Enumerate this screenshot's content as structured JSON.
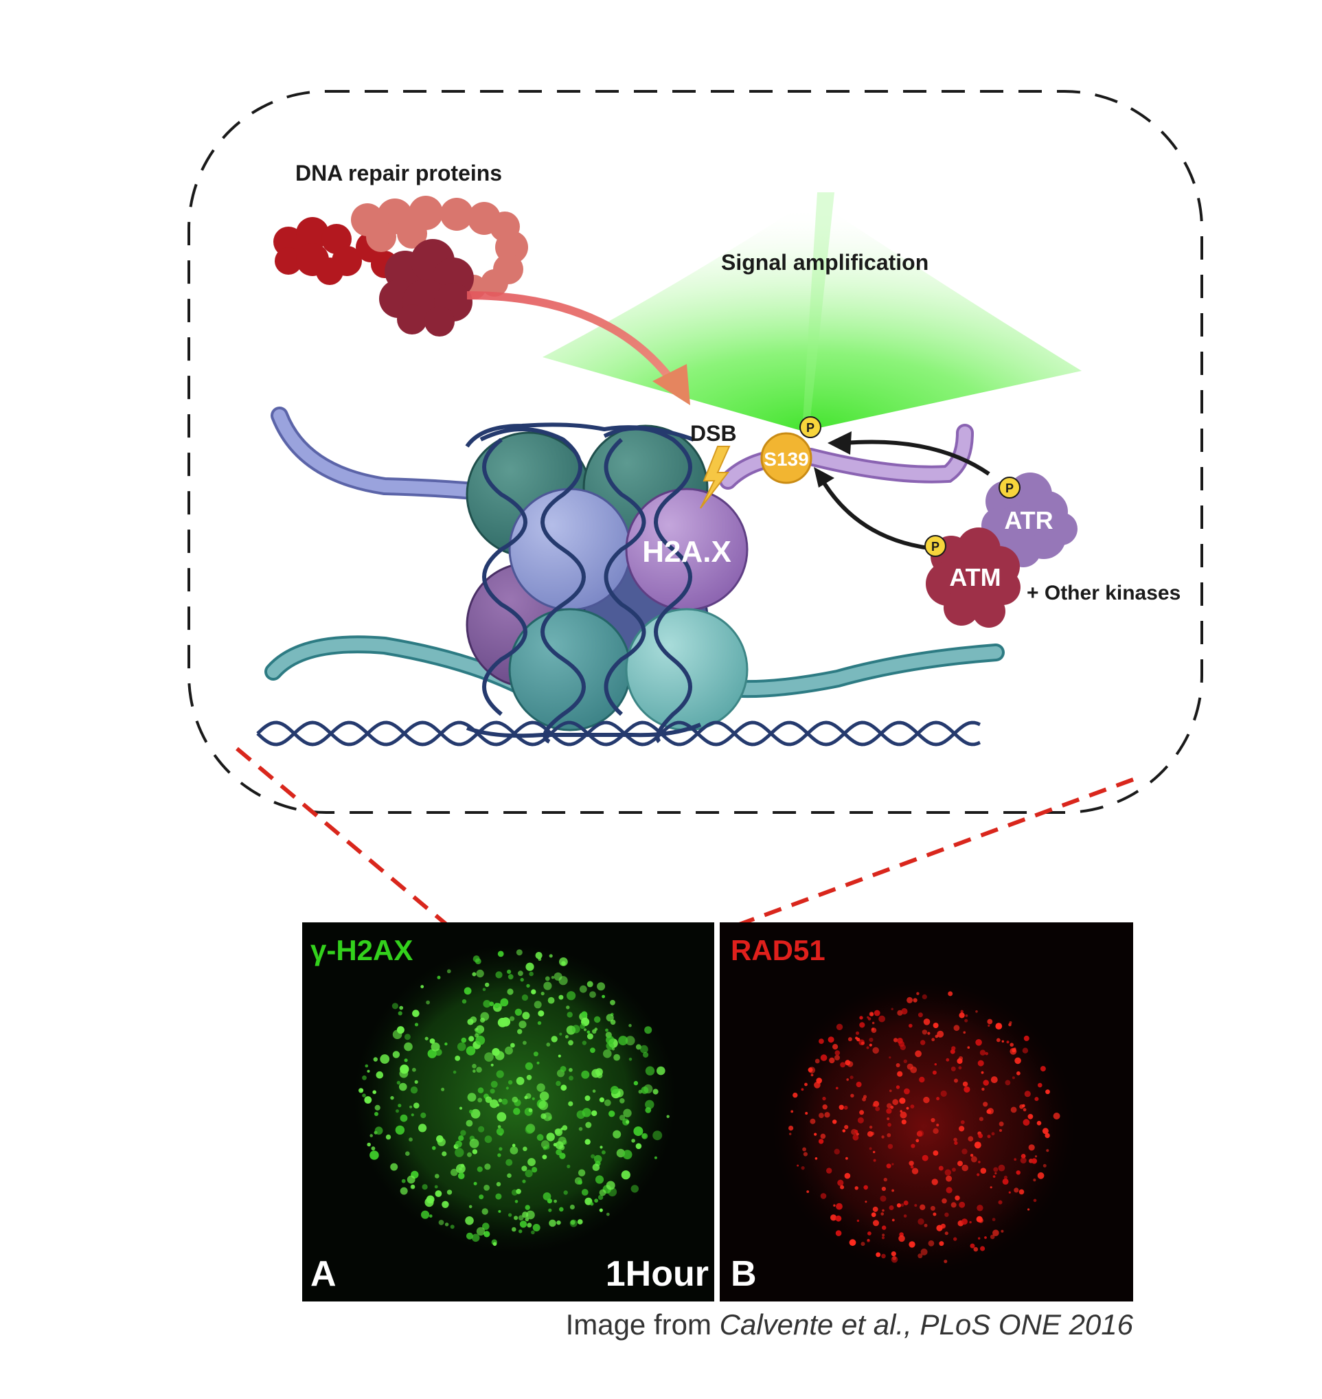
{
  "labels": {
    "repair_proteins": "DNA repair proteins",
    "signal": "Signal amplification",
    "dsb": "DSB",
    "h2ax": "H2A.X",
    "s139": "S139",
    "p": "P",
    "atr": "ATR",
    "atm": "ATM",
    "other_kinases": "+ Other kinases"
  },
  "micrograph": {
    "panel_a_title": "γ-H2AX",
    "panel_a_letter": "A",
    "panel_a_time": "1Hour",
    "panel_b_title": "RAD51",
    "panel_b_letter": "B"
  },
  "caption": {
    "prefix": "Image from ",
    "citation": "Calvente et al., PLoS ONE 2016"
  },
  "colors": {
    "green_signal": "#39ff14",
    "red_signal": "#ff2020",
    "s139": "#f2b531",
    "phospho": "#f7d53c",
    "dashed_callout": "#d9261c"
  },
  "icons": {
    "dsb": "lightning-bolt-icon"
  }
}
